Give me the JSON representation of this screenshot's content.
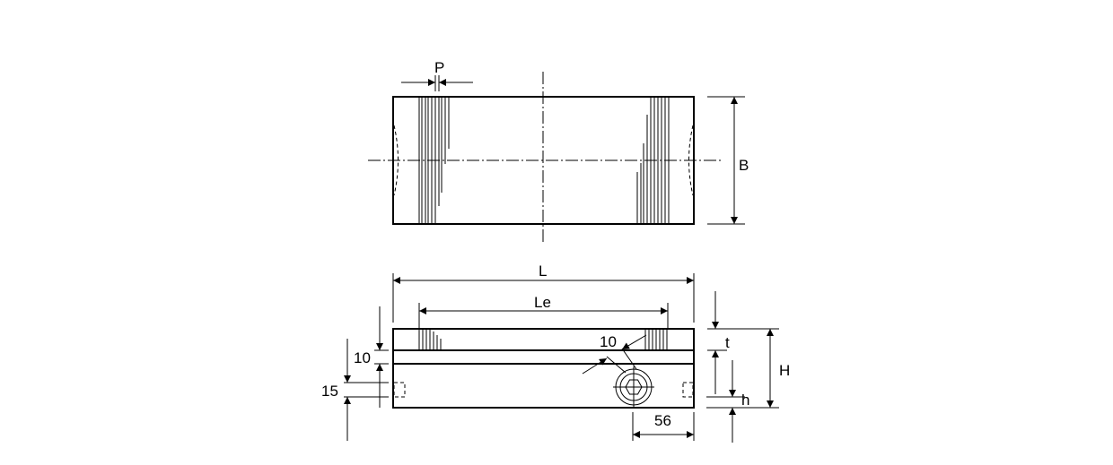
{
  "drawing": {
    "top_view": {
      "labels": {
        "pitch": "P",
        "width": "B"
      }
    },
    "front_view": {
      "labels": {
        "length": "L",
        "effective_length": "Le",
        "thickness": "t",
        "height": "H",
        "base_height": "h",
        "slot_depth": "10",
        "hole_offset": "15",
        "bolt_dim": "10",
        "bolt_edge_distance": "56"
      }
    }
  }
}
